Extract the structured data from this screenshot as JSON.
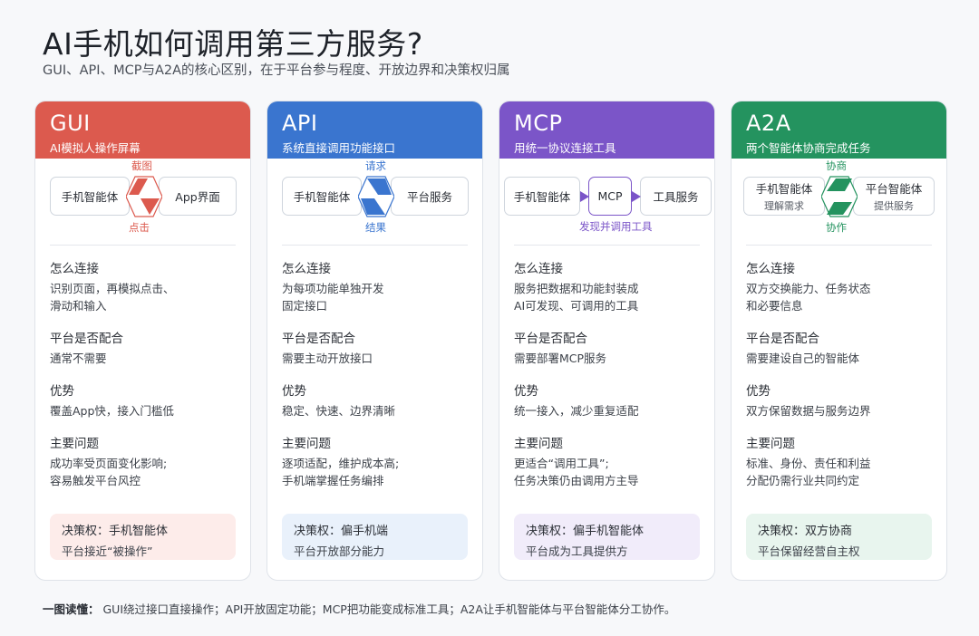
{
  "title": "AI手机如何调用第三方服务?",
  "subtitle": "GUI、API、MCP与A2A的核心区别，在于平台参与程度、开放边界和决策权归属",
  "section_labels": {
    "how": "怎么连接",
    "platform": "平台是否配合",
    "advantage": "优势",
    "problem": "主要问题"
  },
  "cards": [
    {
      "name": "GUI",
      "desc": "AI模拟人操作屏幕",
      "color": "#dc5a4e",
      "light": "#fdecea",
      "diagram": {
        "left": "手机智能体",
        "right": "App界面",
        "top_label": "截图",
        "bottom_label": "点击"
      },
      "how": [
        "识别页面，再模拟点击、",
        "滑动和输入"
      ],
      "platform": "通常不需要",
      "advantage": "覆盖App快，接入门槛低",
      "problem": [
        "成功率受页面变化影响;",
        "容易触发平台风控"
      ],
      "decision": "决策权：手机智能体",
      "decision_sub": "平台接近“被操作”"
    },
    {
      "name": "API",
      "desc": "系统直接调用功能接口",
      "color": "#3a75cf",
      "light": "#e9f1fb",
      "diagram": {
        "left": "手机智能体",
        "right": "平台服务",
        "top_label": "请求",
        "bottom_label": "结果"
      },
      "how": [
        "为每项功能单独开发",
        "固定接口"
      ],
      "platform": "需要主动开放接口",
      "advantage": "稳定、快速、边界清晰",
      "problem": [
        "逐项适配，维护成本高;",
        "手机端掌握任务编排"
      ],
      "decision": "决策权：偏手机端",
      "decision_sub": "平台开放部分能力"
    },
    {
      "name": "MCP",
      "desc": "用统一协议连接工具",
      "color": "#7b55c8",
      "light": "#f1ecfa",
      "diagram": {
        "left": "手机智能体",
        "middle": "MCP",
        "right": "工具服务",
        "bottom_label": "发现并调用工具"
      },
      "how": [
        "服务把数据和功能封装成",
        "AI可发现、可调用的工具"
      ],
      "platform": "需要部署MCP服务",
      "advantage": "统一接入，减少重复适配",
      "problem": [
        "更适合“调用工具”;",
        "任务决策仍由调用方主导"
      ],
      "decision": "决策权：偏手机智能体",
      "decision_sub": "平台成为工具提供方"
    },
    {
      "name": "A2A",
      "desc": "两个智能体协商完成任务",
      "color": "#24935f",
      "light": "#e8f5ee",
      "diagram": {
        "left": "手机智能体",
        "left_sub": "理解需求",
        "right": "平台智能体",
        "right_sub": "提供服务",
        "top_label": "协商",
        "bottom_label": "协作"
      },
      "how": [
        "双方交换能力、任务状态",
        "和必要信息"
      ],
      "platform": "需要建设自己的智能体",
      "advantage": "双方保留数据与服务边界",
      "problem": [
        "标准、身份、责任和利益",
        "分配仍需行业共同约定"
      ],
      "decision": "决策权：双方协商",
      "decision_sub": "平台保留经营自主权"
    }
  ],
  "footer": {
    "label": "一图读懂：",
    "text": "GUI绕过接口直接操作；API开放固定功能；MCP把功能变成标准工具；A2A让手机智能体与平台智能体分工协作。"
  }
}
